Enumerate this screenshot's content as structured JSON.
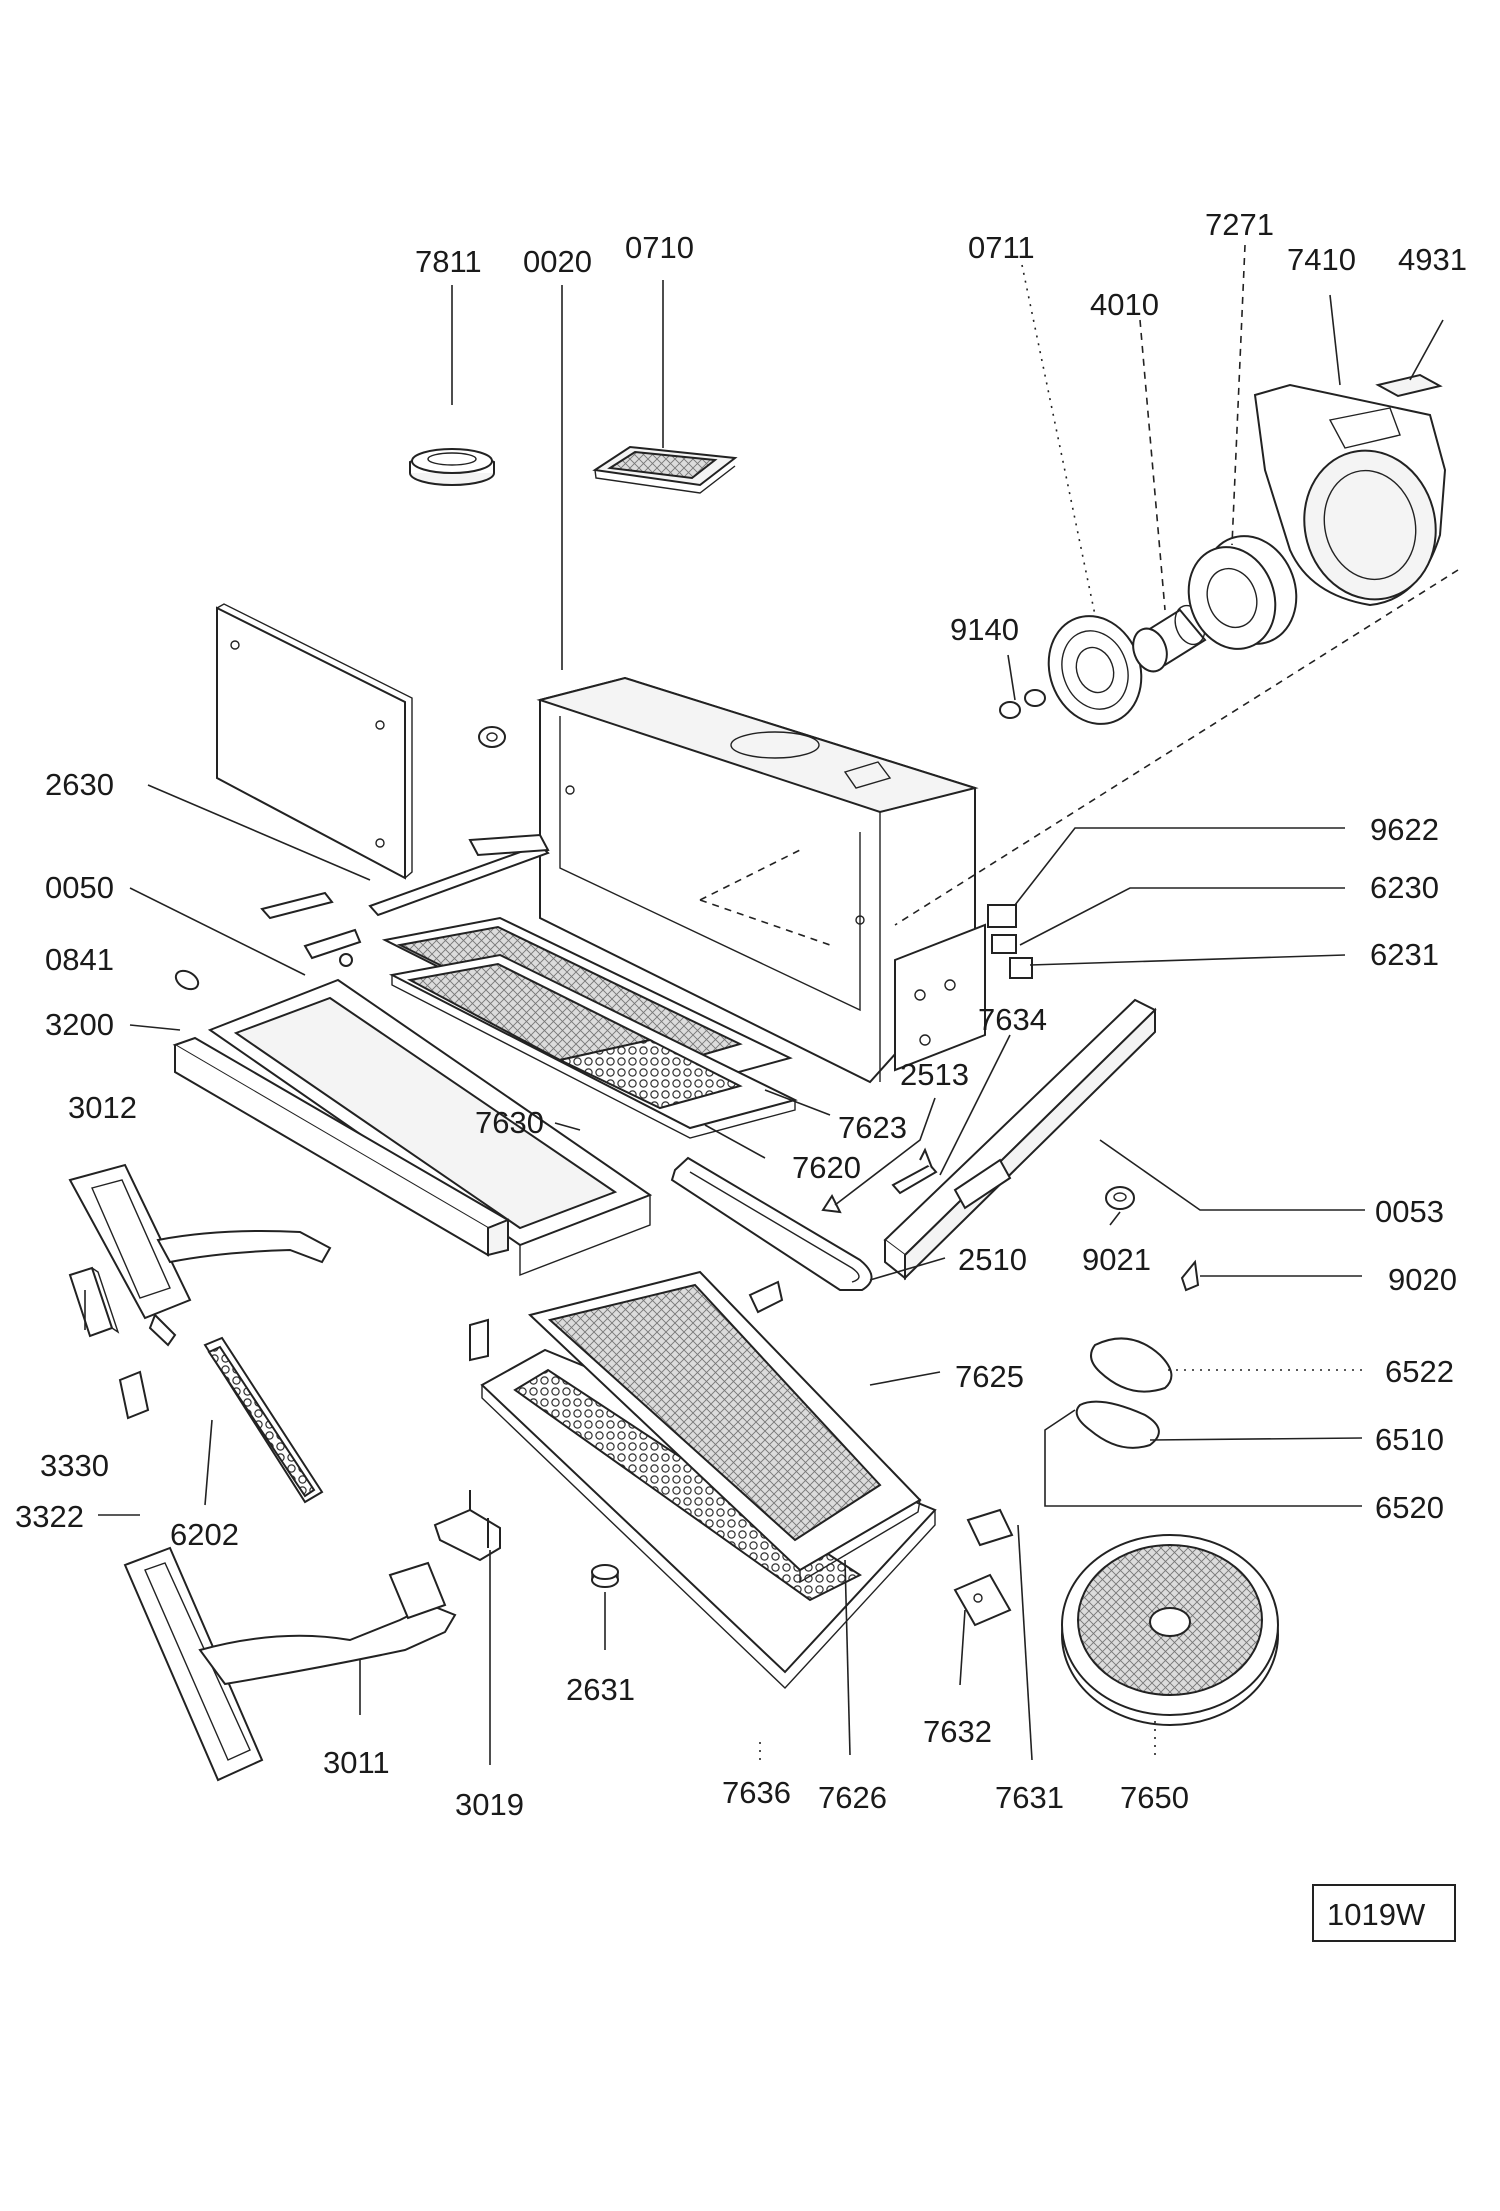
{
  "callouts": [
    "7811",
    "0020",
    "0710",
    "0711",
    "7271",
    "7410",
    "4931",
    "4010",
    "9140",
    "2630",
    "9622",
    "6230",
    "6231",
    "0050",
    "0841",
    "3200",
    "7634",
    "2513",
    "7623",
    "3012",
    "7630",
    "7620",
    "0053",
    "9021",
    "2510",
    "9020",
    "7625",
    "6522",
    "6510",
    "6520",
    "3330",
    "3322",
    "6202",
    "2631",
    "3011",
    "3019",
    "7636",
    "7626",
    "7632",
    "7631",
    "7650"
  ],
  "reference_code": "1019W"
}
